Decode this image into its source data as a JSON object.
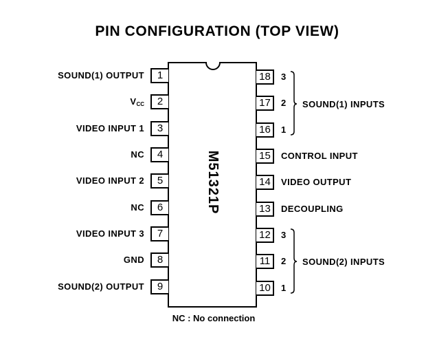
{
  "title": "PIN CONFIGURATION (TOP VIEW)",
  "chip": {
    "part_number": "M51321P"
  },
  "pins": {
    "left": [
      {
        "number": "1",
        "label": "SOUND(1) OUTPUT"
      },
      {
        "number": "2",
        "label": "V",
        "label_sub": "CC"
      },
      {
        "number": "3",
        "label": "VIDEO INPUT 1"
      },
      {
        "number": "4",
        "label": "NC"
      },
      {
        "number": "5",
        "label": "VIDEO INPUT 2"
      },
      {
        "number": "6",
        "label": "NC"
      },
      {
        "number": "7",
        "label": "VIDEO INPUT 3"
      },
      {
        "number": "8",
        "label": "GND"
      },
      {
        "number": "9",
        "label": "SOUND(2) OUTPUT"
      }
    ],
    "right": [
      {
        "number": "18",
        "label": "3"
      },
      {
        "number": "17",
        "label": "2"
      },
      {
        "number": "16",
        "label": "1"
      },
      {
        "number": "15",
        "label": "CONTROL INPUT"
      },
      {
        "number": "14",
        "label": "VIDEO OUTPUT"
      },
      {
        "number": "13",
        "label": "DECOUPLING"
      },
      {
        "number": "12",
        "label": "3"
      },
      {
        "number": "11",
        "label": "2"
      },
      {
        "number": "10",
        "label": "1"
      }
    ]
  },
  "groups": [
    {
      "label": "SOUND(1) INPUTS"
    },
    {
      "label": "SOUND(2) INPUTS"
    }
  ],
  "note": "NC : No connection",
  "colors": {
    "ink": "#000000",
    "background": "#ffffff"
  }
}
